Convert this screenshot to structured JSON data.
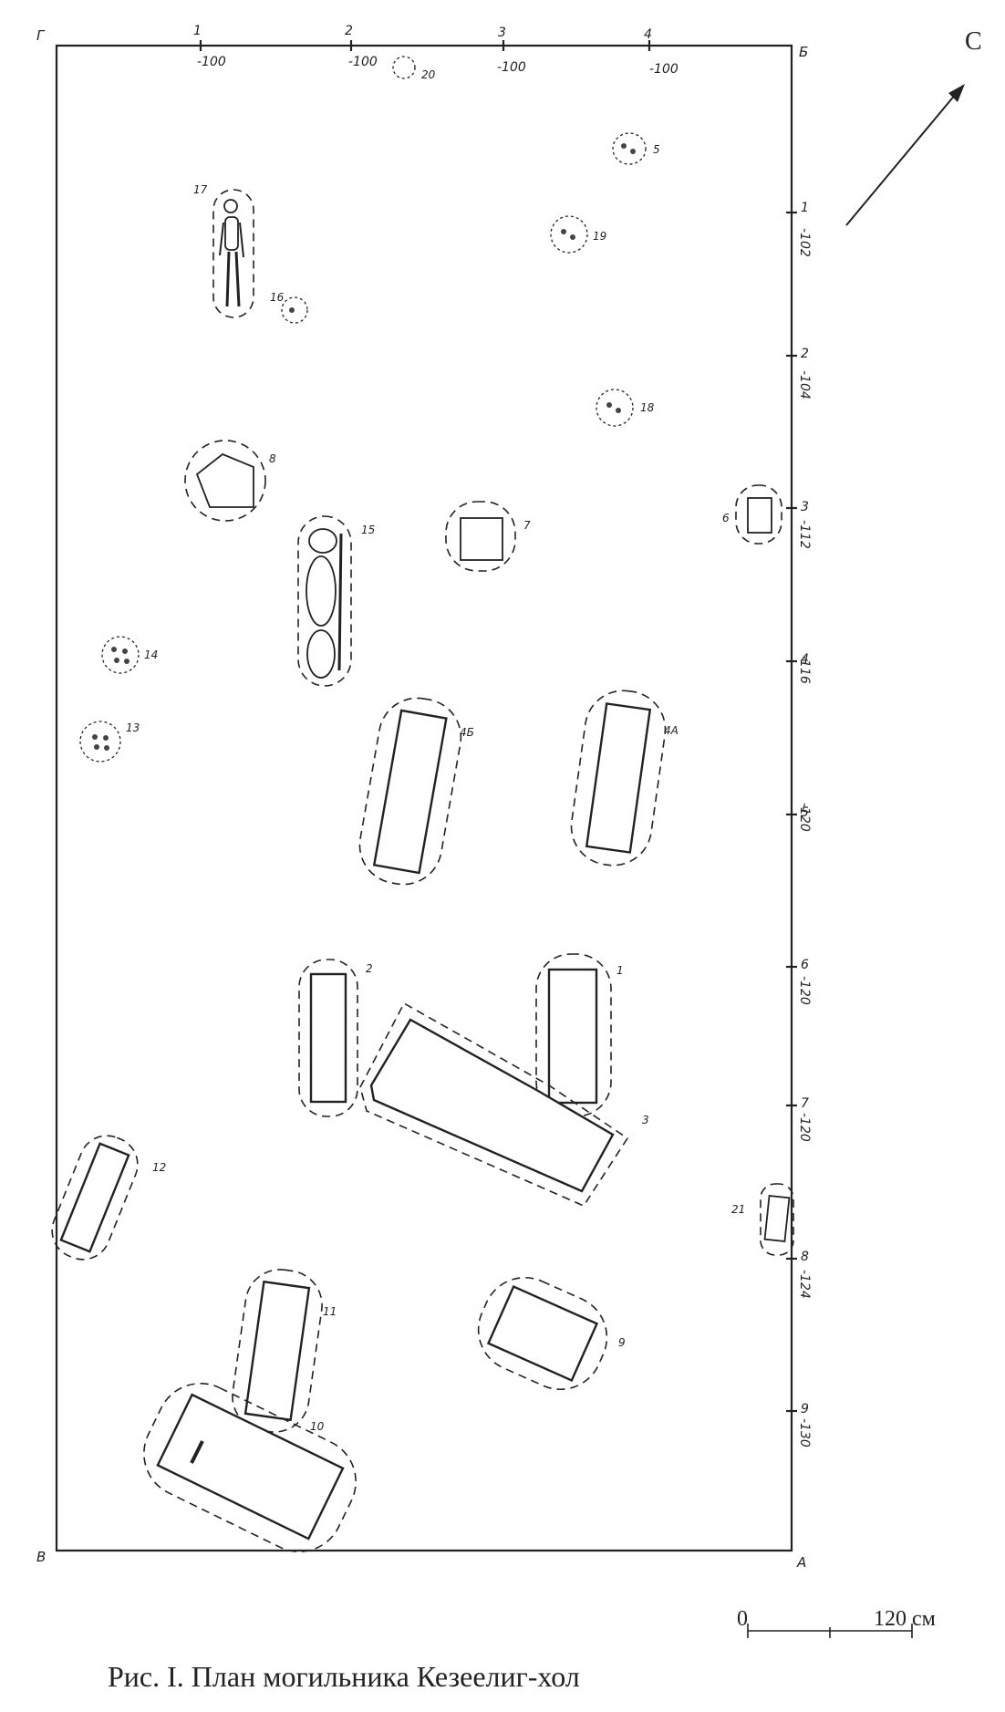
{
  "plan": {
    "corners": {
      "nw": "Г",
      "ne": "Б",
      "sw": "В",
      "se": "А"
    },
    "columns": [
      {
        "number": "1",
        "depth": "-100"
      },
      {
        "number": "2",
        "depth": "-100"
      },
      {
        "number": "3",
        "depth": "-100"
      },
      {
        "number": "4",
        "depth": "-100"
      }
    ],
    "rows": [
      {
        "number": "1",
        "depth": "-102"
      },
      {
        "number": "2",
        "depth": "-104"
      },
      {
        "number": "3",
        "depth": "-112"
      },
      {
        "number": "4",
        "depth": "-116"
      },
      {
        "number": "5",
        "depth": "-120"
      },
      {
        "number": "6",
        "depth": "-120"
      },
      {
        "number": "7",
        "depth": "-120"
      },
      {
        "number": "8",
        "depth": "-124"
      },
      {
        "number": "9",
        "depth": "-130"
      }
    ],
    "features": {
      "f1": "1",
      "f2": "2",
      "f3": "3",
      "f4a": "4А",
      "f4b": "4Б",
      "f5": "5",
      "f6": "6",
      "f7": "7",
      "f8": "8",
      "f9": "9",
      "f10": "10",
      "f11": "11",
      "f12": "12",
      "f13": "13",
      "f14": "14",
      "f15": "15",
      "f16": "16",
      "f17": "17",
      "f18": "18",
      "f19": "19",
      "f20": "20",
      "f21": "21"
    }
  },
  "north": {
    "label": "С",
    "icon": "north-arrow-icon"
  },
  "scale": {
    "zero": "0",
    "end": "120 см"
  },
  "caption": "Рис. I. План могильника Кезеелиг-хол",
  "colors": {
    "ink": "#222222",
    "paper": "#ffffff"
  }
}
